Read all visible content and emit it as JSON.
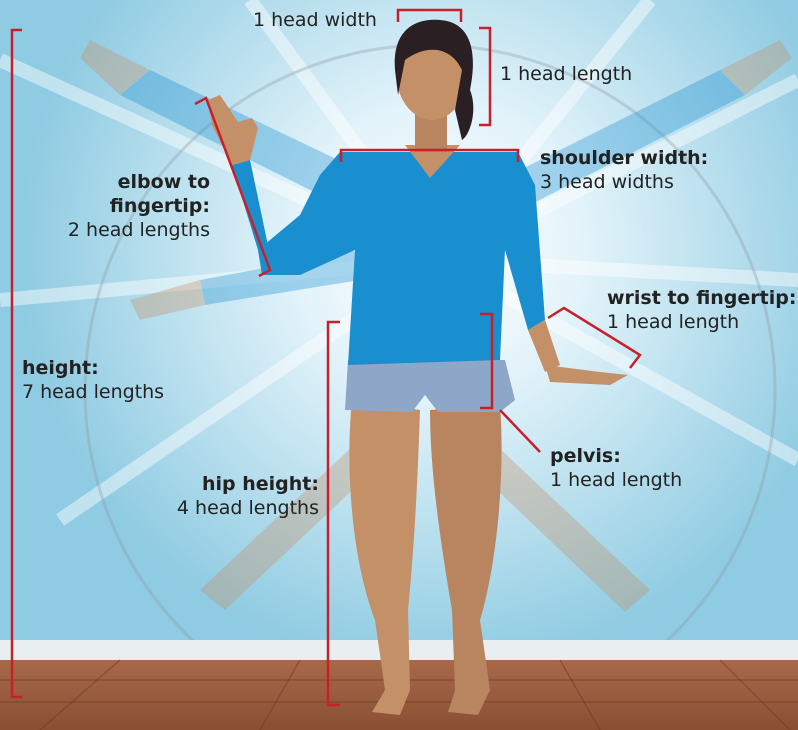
{
  "colors": {
    "wall": "#bfe2f0",
    "floor": "#9a5c3c",
    "measure_line": "#c8202a",
    "shirt": "#1a8fd0",
    "shorts": "#8ea6c8",
    "skin": "#c49067",
    "hair": "#2a1f22"
  },
  "labels": {
    "head_width": {
      "value": "1 head width"
    },
    "head_length": {
      "value": "1 head length"
    },
    "shoulder_width": {
      "title": "shoulder width:",
      "value": "3 head widths"
    },
    "elbow_to_fingertip": {
      "title_line1": "elbow to",
      "title_line2": "fingertip:",
      "value": "2 head lengths"
    },
    "wrist_to_fingertip": {
      "title": "wrist to fingertip:",
      "value": "1 head length"
    },
    "height": {
      "title": "height:",
      "value": "7 head lengths"
    },
    "pelvis": {
      "title": "pelvis:",
      "value": "1 head length"
    },
    "hip_height": {
      "title": "hip height:",
      "value": "4 head lengths"
    }
  }
}
